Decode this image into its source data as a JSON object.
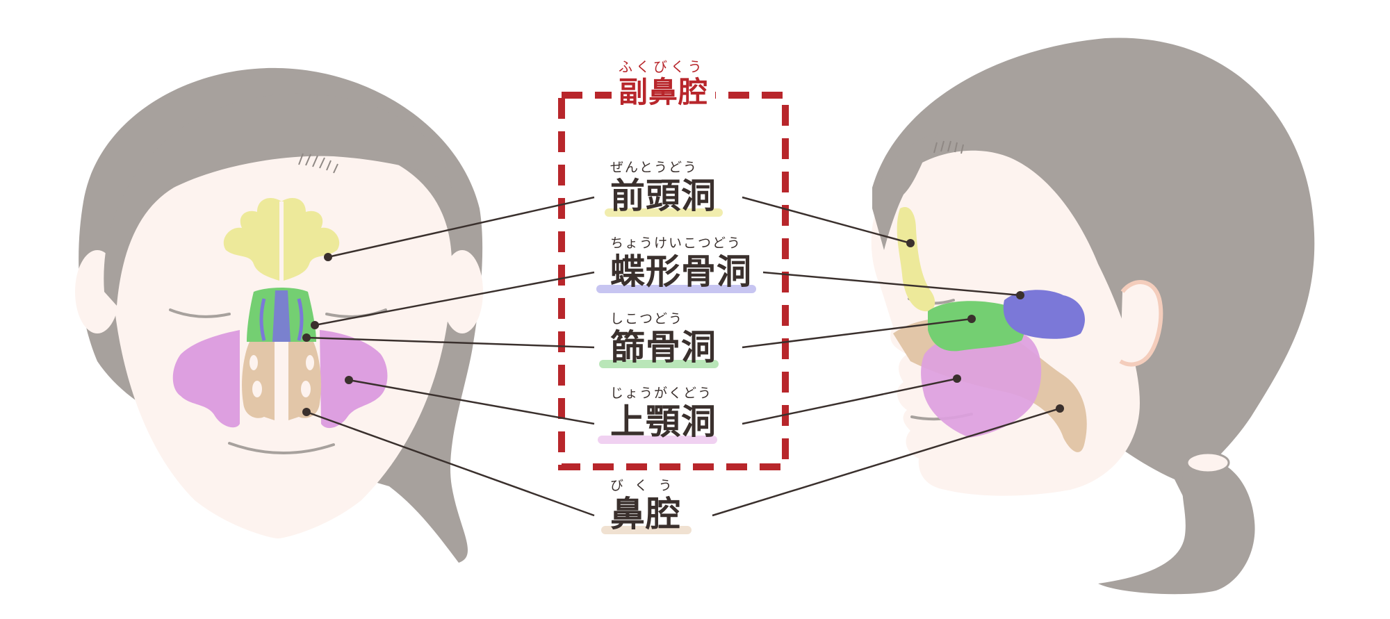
{
  "title": {
    "reading": "ふくびくう",
    "text": "副鼻腔"
  },
  "labels": {
    "frontal": {
      "reading": "ぜんとうどう",
      "text": "前頭洞"
    },
    "sphenoid": {
      "reading": "ちょうけいこつどう",
      "text": "蝶形骨洞"
    },
    "ethmoid": {
      "reading": "しこつどう",
      "text": "篩骨洞"
    },
    "maxillary": {
      "reading": "じょうがくどう",
      "text": "上顎洞"
    },
    "nasal": {
      "reading": "びくう",
      "text": "鼻腔"
    }
  },
  "colors": {
    "hair": "#a7a19d",
    "skin": "#fdf3ef",
    "frontal": "#ede99a",
    "sphenoid": "#7b78d8",
    "ethmoid": "#74cf72",
    "maxillary": "#dd9fe0",
    "nasal": "#e2c6a8",
    "frame": "#b8262b",
    "line": "#3a302d"
  }
}
